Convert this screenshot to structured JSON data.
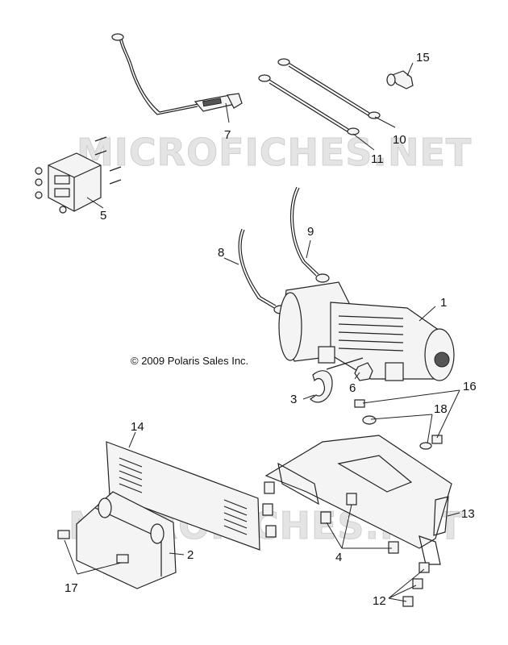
{
  "copyright": "© 2009 Polaris Sales Inc.",
  "watermark": "MICROFICHES.NET",
  "callouts": [
    {
      "id": "c1",
      "label": "1"
    },
    {
      "id": "c2",
      "label": "2"
    },
    {
      "id": "c3",
      "label": "3"
    },
    {
      "id": "c4",
      "label": "4"
    },
    {
      "id": "c5",
      "label": "5"
    },
    {
      "id": "c6",
      "label": "6"
    },
    {
      "id": "c7",
      "label": "7"
    },
    {
      "id": "c8",
      "label": "8"
    },
    {
      "id": "c9",
      "label": "9"
    },
    {
      "id": "c10",
      "label": "10"
    },
    {
      "id": "c11",
      "label": "11"
    },
    {
      "id": "c12",
      "label": "12"
    },
    {
      "id": "c13",
      "label": "13"
    },
    {
      "id": "c14",
      "label": "14"
    },
    {
      "id": "c15",
      "label": "15"
    },
    {
      "id": "c16",
      "label": "16"
    },
    {
      "id": "c17",
      "label": "17"
    },
    {
      "id": "c18",
      "label": "18"
    }
  ]
}
